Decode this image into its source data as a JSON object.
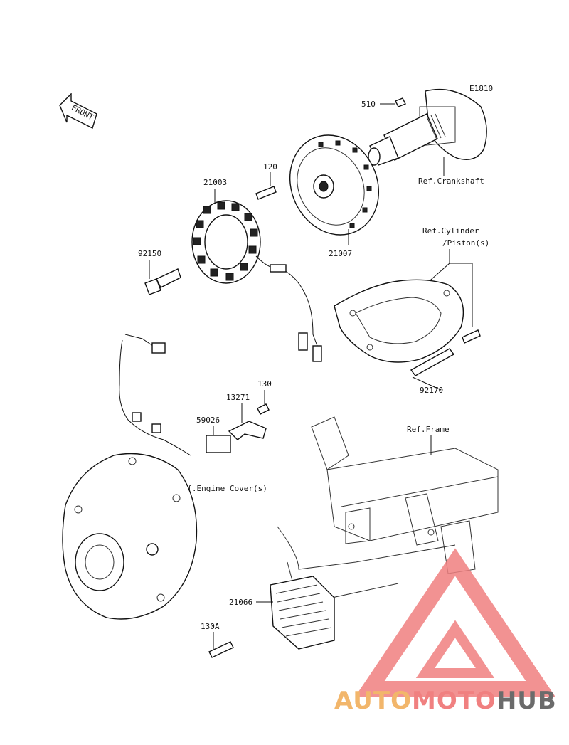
{
  "diagram": {
    "code": "E1810",
    "front_label": "FRONT",
    "parts": {
      "p510": "510",
      "p120": "120",
      "p21003": "21003",
      "p21007": "21007",
      "p92150": "92150",
      "p130": "130",
      "p13271": "13271",
      "p59026": "59026",
      "p92170": "92170",
      "p21066": "21066",
      "p130a": "130A"
    },
    "refs": {
      "crankshaft": "Ref.Crankshaft",
      "cylinder_1": "Ref.Cylinder",
      "cylinder_2": "/Piston(s)",
      "frame": "Ref.Frame",
      "engine_cover": "Ref.Engine Cover(s)"
    }
  },
  "watermark": {
    "part1": "AUTO",
    "part2": "MOTO",
    "part3": "HUB",
    "colors": {
      "orange": "#f2b66b",
      "red": "#f08080",
      "gray": "#6b6b6b"
    }
  }
}
